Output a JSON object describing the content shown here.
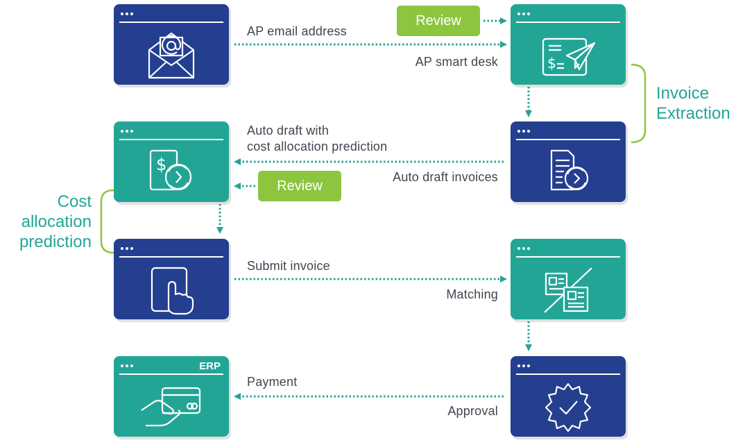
{
  "labels": {
    "ap_email": "AP email address",
    "ap_smart_desk": "AP smart desk",
    "auto_draft_with_line1": "Auto draft with",
    "auto_draft_with_line2": "cost allocation prediction",
    "auto_draft_invoices": "Auto draft invoices",
    "submit_invoice": "Submit invoice",
    "matching": "Matching",
    "payment": "Payment",
    "approval": "Approval",
    "erp": "ERP"
  },
  "review_badges": [
    "Review",
    "Review"
  ],
  "phases": {
    "invoice_extraction": [
      "Invoice",
      "Extraction"
    ],
    "cost_allocation": [
      "Cost",
      "allocation",
      "prediction"
    ]
  },
  "colors": {
    "navy": "#243f8f",
    "teal": "#23a596",
    "review_green": "#8cc63f",
    "bracket_green": "#8cc63f",
    "arrow": "#23a596",
    "text": "#3f4650"
  },
  "icons": [
    "email-icon",
    "send-invoice-icon",
    "dollar-refresh-icon",
    "document-refresh-icon",
    "touch-tablet-icon",
    "matching-documents-icon",
    "credit-card-hand-icon",
    "approval-badge-icon"
  ]
}
